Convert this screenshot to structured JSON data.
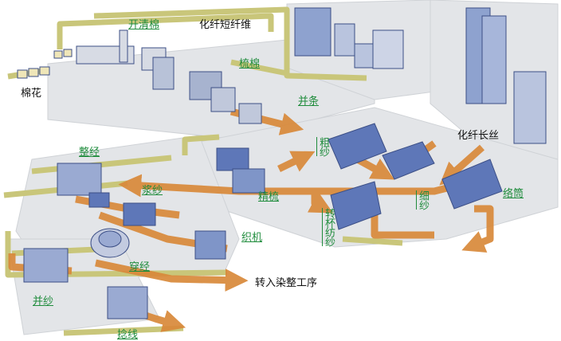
{
  "labels": {
    "opening": "开清棉",
    "cotton": "棉花",
    "carding": "梳棉",
    "drawing": "并条",
    "chem_staple": "化纤短纤维",
    "chem_filament": "化纤长丝",
    "roving": "粗纱",
    "combing": "精梳",
    "spinning": "细纱",
    "rotor": "转杯纺纱",
    "winding": "络筒",
    "warping": "整经",
    "sizing": "浆纱",
    "drawing_in": "穿经",
    "weaving": "织机",
    "to_finishing": "转入染整工序",
    "doubling": "并纱",
    "twisting": "捻线"
  },
  "colors": {
    "arrow": "#d9893a",
    "track": "#c9c67a",
    "floor": "#e3e5e8",
    "machine": "#5e77b8",
    "link": "#1f8c3c"
  }
}
